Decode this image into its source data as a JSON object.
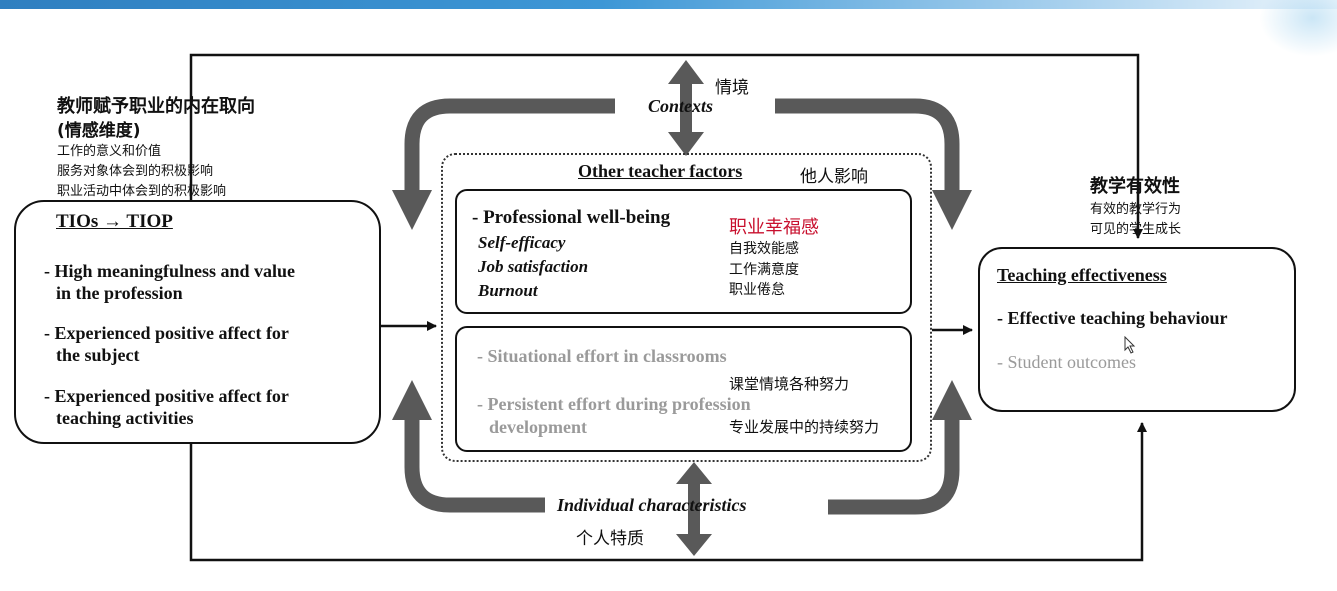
{
  "left_annotation": {
    "title_line1": "教师赋予职业的内在取向",
    "title_line2": "(情感维度)",
    "sub1": "工作的意义和价值",
    "sub2": "服务对象体会到的积极影响",
    "sub3": "职业活动中体会到的积极影响"
  },
  "left_box": {
    "title": "TIOs → TIOP",
    "item1_line1": "- High meaningfulness and value",
    "item1_line2": "in the profession",
    "item2_line1": "- Experienced positive affect for",
    "item2_line2": "the subject",
    "item3_line1": "- Experienced positive affect for",
    "item3_line2": "teaching activities"
  },
  "contexts": {
    "cn": "情境",
    "en": "Contexts"
  },
  "other_factors": {
    "title": "Other teacher factors",
    "cn": "他人影响"
  },
  "wellbeing": {
    "title": "- Professional well-being",
    "title_cn": "职业幸福感",
    "item1": "Self-efficacy",
    "item1_cn": "自我效能感",
    "item2": "Job satisfaction",
    "item2_cn": "工作满意度",
    "item3": "Burnout",
    "item3_cn": "职业倦怠"
  },
  "effort": {
    "item1": "- Situational effort in classrooms",
    "item1_cn": "课堂情境各种努力",
    "item2_line1": "- Persistent effort during profession",
    "item2_line2": "development",
    "item2_cn": "专业发展中的持续努力"
  },
  "individual": {
    "en": "Individual characteristics",
    "cn": "个人特质"
  },
  "right_annotation": {
    "title": "教学有效性",
    "sub1": "有效的教学行为",
    "sub2": "可见的学生成长"
  },
  "right_box": {
    "title": "Teaching effectiveness",
    "item1": "- Effective teaching behaviour",
    "item2": "- Student outcomes"
  },
  "colors": {
    "highlight_red": "#c8102e",
    "arrow_gray": "#595959",
    "faded_text": "#9a9a9a",
    "header_blue": "#3d97d6"
  }
}
